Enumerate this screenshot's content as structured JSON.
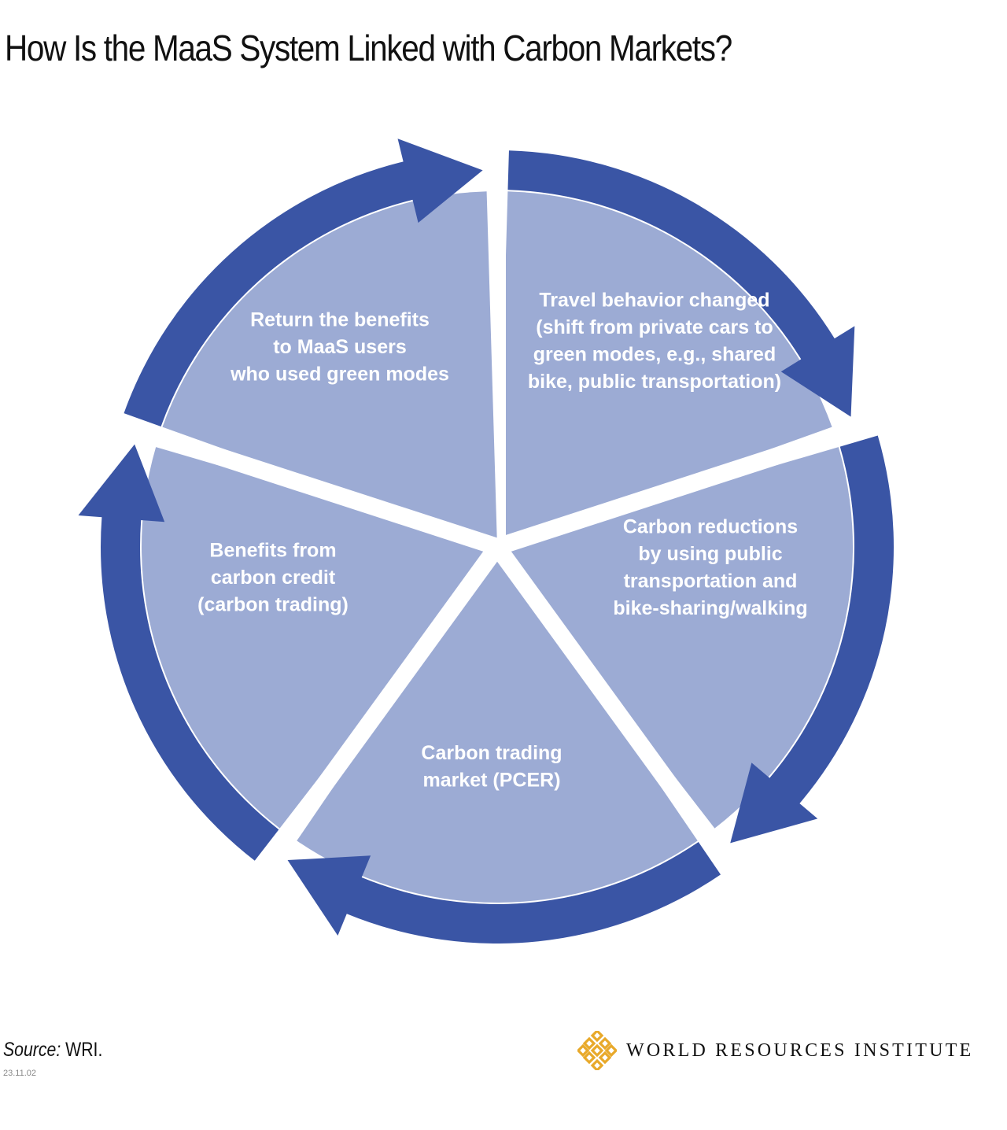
{
  "title": "How Is the MaaS System Linked with Carbon Markets?",
  "colors": {
    "arrow": "#3a55a5",
    "segment": "#9cabd4",
    "text_on_segment": "#ffffff",
    "logo_gold": "#e8a92a"
  },
  "cycle": {
    "direction": "clockwise",
    "segments": [
      {
        "id": "travel",
        "lines": [
          "Travel behavior changed",
          "(shift from private cars to",
          "green modes, e.g., shared",
          "bike, public transportation)"
        ]
      },
      {
        "id": "reductions",
        "lines": [
          "Carbon reductions",
          "by using public",
          "transportation and",
          "bike-sharing/walking"
        ]
      },
      {
        "id": "market",
        "lines": [
          "Carbon trading",
          "market (PCER)"
        ]
      },
      {
        "id": "credit",
        "lines": [
          "Benefits from",
          "carbon credit",
          "(carbon trading)"
        ]
      },
      {
        "id": "return",
        "lines": [
          "Return the benefits",
          "to MaaS users",
          "who used green modes"
        ]
      }
    ]
  },
  "footer": {
    "source_label": "Source:",
    "source_value": "WRI.",
    "date_code": "23.11.02",
    "logo_text": "WORLD RESOURCES INSTITUTE",
    "logo_icon": "wri-lattice-logo-icon"
  }
}
